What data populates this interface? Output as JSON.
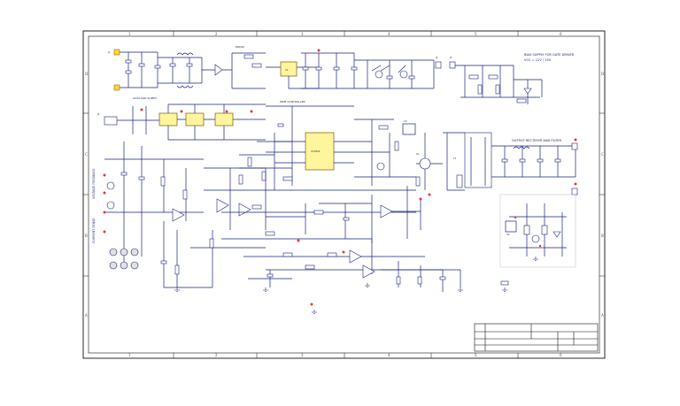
{
  "sheet": {
    "zone_columns": [
      "1",
      "2",
      "3",
      "4",
      "5",
      "6"
    ],
    "zone_rows": [
      "D",
      "C",
      "B",
      "A"
    ]
  },
  "notes": {
    "top_right_1": "BIAS SUPPLY FOR GATE DRIVER",
    "top_right_2": "VCC = 12V / 15V",
    "mid_right": "OUTPUT RECTIFIER AND FILTER",
    "left_rotated": "VOLTAGE FEEDBACK",
    "left_rotated_2": "CURRENT SENSE"
  },
  "parts": {
    "u1": "U1",
    "u2": "UC3844",
    "u3": "U3",
    "u4": "U4",
    "t1": "T1",
    "q1": "Q1",
    "j1": "J1",
    "j2": "J2",
    "j3": "J3",
    "j4": "J4"
  },
  "colors": {
    "wire": "#1a237e",
    "ic_fill": "#fff59d",
    "marker": "#e53935",
    "frame": "#111111"
  }
}
